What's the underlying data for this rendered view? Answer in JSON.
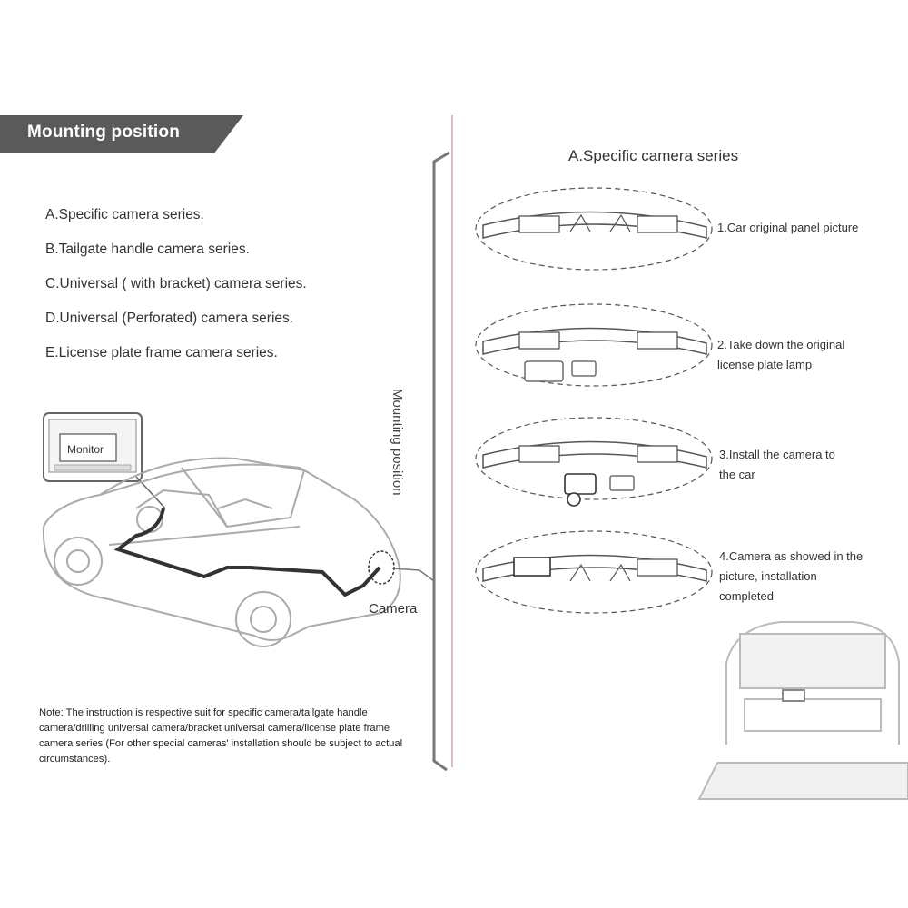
{
  "header": {
    "title": "Mounting position"
  },
  "series": [
    "A.Specific camera series.",
    "B.Tailgate handle camera series.",
    "C.Universal ( with bracket) camera series.",
    "D.Universal (Perforated) camera series.",
    "E.License plate frame camera series."
  ],
  "diagram": {
    "side_label": "Mounting position",
    "monitor_label": "Monitor",
    "camera_label": "Camera"
  },
  "note": "Note: The instruction is respective suit for specific camera/tailgate handle camera/drilling universal camera/bracket universal camera/license plate frame camera series (For other special cameras' installation should be subject to actual circumstances).",
  "right_panel": {
    "title": "A.Specific camera series",
    "steps": [
      {
        "line1": "1.Car original panel picture",
        "line2": "",
        "line3": ""
      },
      {
        "line1": "2.Take down the original",
        "line2": "license plate lamp",
        "line3": ""
      },
      {
        "line1": "3.Install the camera to",
        "line2": "the car",
        "line3": ""
      },
      {
        "line1": "4.Camera as showed in the",
        "line2": "picture, installation",
        "line3": "completed"
      }
    ]
  }
}
